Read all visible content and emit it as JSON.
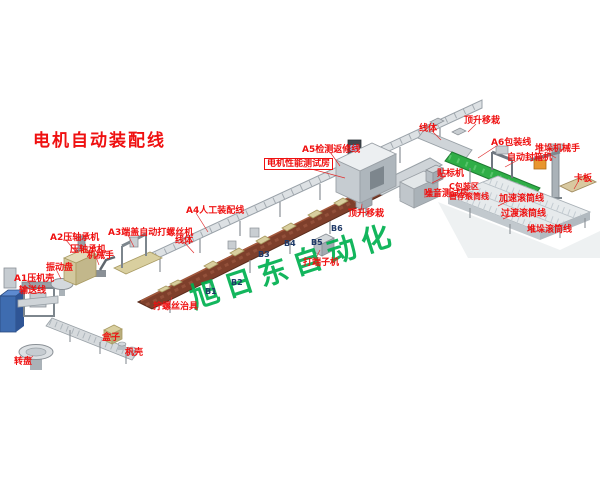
{
  "title": "电机自动装配线",
  "watermark": "旭日东自动化",
  "colors": {
    "label_red": "#ef1010",
    "watermark_green": "#00b050",
    "belt_brown": "#7e3f2b",
    "packing_conveyor_green": "#2fae47",
    "structure_grey": "#cfd4d8"
  },
  "labels": {
    "a1": "A1压机壳",
    "infeed": "输送线",
    "robot": "机械手",
    "bowl": "振动盘",
    "turntable": "转盘",
    "box": "盒子",
    "shell": "机壳",
    "a2": "A2压轴承机",
    "press_bearing": "压轴承机",
    "a3": "A3端盖自动打螺丝机",
    "fixture": "拧螺丝治具",
    "line_mid": "线体",
    "a4": "A4人工装配线",
    "b1": "B1",
    "b2": "B2",
    "b3": "B3",
    "b4": "B4",
    "b5": "B5",
    "b6": "B6",
    "terminal": "打端子机",
    "lift_mid": "顶升移栽",
    "test_room": "电机性能测试房",
    "a5": "A5检测返修线",
    "line_top": "线体",
    "lift_top": "顶升移栽",
    "a6": "A6包装线",
    "sealer": "自动封箱机",
    "palletizer": "堆垛机械手",
    "pallet": "卡板",
    "labeler": "贴标机",
    "noise_room": "噪音测试房",
    "c_zone": "C包装区",
    "buffer_roller": "暂存滚筒线",
    "accel_roller": "加速滚筒线",
    "trans_roller": "过渡滚筒线",
    "stack_roller": "堆垛滚筒线"
  }
}
